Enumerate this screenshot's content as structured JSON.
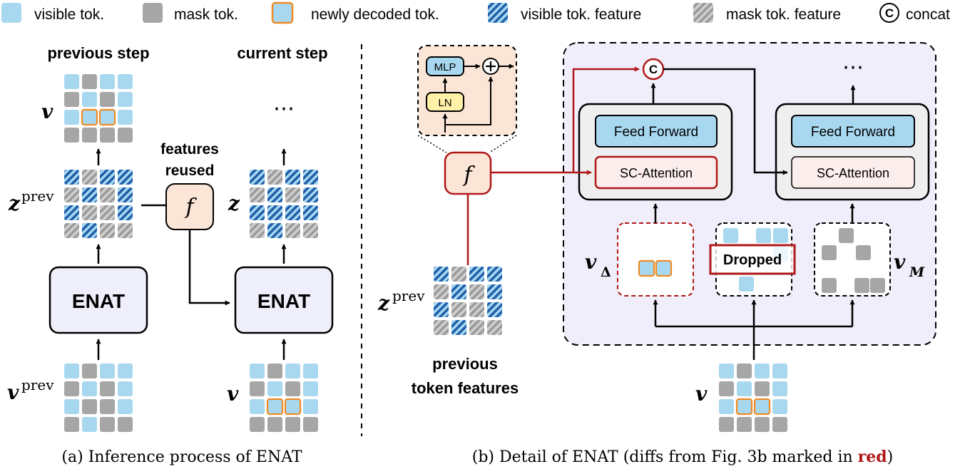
{
  "legend": {
    "visible_tok": "visible tok.",
    "mask_tok": "mask tok.",
    "newly_decoded_tok": "newly decoded tok.",
    "visible_tok_feature": "visible tok. feature",
    "mask_tok_feature": "mask tok. feature",
    "concat_symbol": "C",
    "concat": "concat"
  },
  "panel_a": {
    "previous_step": "previous step",
    "current_step": "current step",
    "v": "v",
    "z": "z",
    "prev_sup": "prev",
    "features_reused_1": "features",
    "features_reused_2": "reused",
    "f": "f",
    "enat": "ENAT",
    "ellipsis": "⋯",
    "caption": "(a) Inference process of ENAT"
  },
  "panel_b": {
    "mlp": "MLP",
    "ln": "LN",
    "f": "f",
    "z": "z",
    "prev_sup": "prev",
    "previous_token_features_1": "previous",
    "previous_token_features_2": "token features",
    "concat_symbol": "C",
    "ellipsis": "⋯",
    "feed_forward": "Feed Forward",
    "sc_attention": "SC-Attention",
    "dropped": "Dropped",
    "v": "v",
    "delta_sub": "Δ",
    "m_sub": "M",
    "caption_main": "(b) Detail of ENAT (diffs from Fig. 3b marked in ",
    "caption_red": "red",
    "caption_end": ")"
  },
  "colors": {
    "visible": "#a8d8f0",
    "mask": "#a6a6a6",
    "newly_decoded_border": "#f08a24",
    "visible_feature_stripe": "#1f5faa",
    "red": "#b01818",
    "enat_fill": "#efeefb",
    "panel_fill": "#f0eefb",
    "f_fill": "#fbe5d6",
    "block_fill": "#efefef",
    "ff_fill": "#a8d8f0",
    "sc_fill": "#fdeeee",
    "ln_fill": "#fff2a8"
  }
}
